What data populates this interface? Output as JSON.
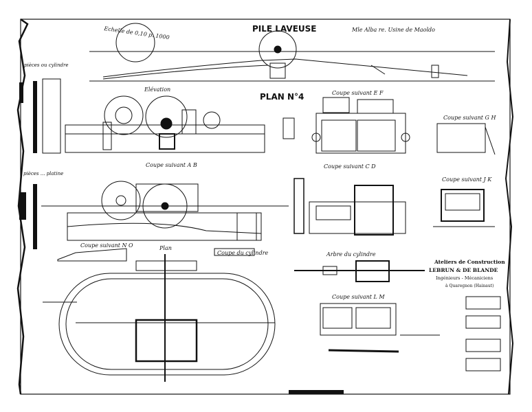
{
  "sheet": {
    "title": "PILE LAVEUSE",
    "plan_number": "PLAN N°4",
    "scale": "Echelle de 0,10 p. 1000",
    "mill_note": "Mle Alba re. Usine de Maoldo",
    "ink_color": "#111111",
    "paper_color": "#ffffff"
  },
  "views": {
    "elevation": "Elévation",
    "section_ab": "Coupe suivant A B",
    "section_ef": "Coupe suivant E F",
    "section_gh": "Coupe suivant G H",
    "section_cd": "Coupe suivant C D",
    "section_jk": "Coupe suivant J K",
    "section_no": "Coupe suivant N O",
    "section_lm": "Coupe suivant L M",
    "plan": "Plan",
    "arbre_cylindre": "Arbre du cylindre",
    "cylinder_side": "Coupe du cylindre"
  },
  "side_notes": {
    "pieces_cylindre": "pièces ou cylindre",
    "pieces_platine": "pièces ... platine"
  },
  "firm": {
    "line1": "Ateliers de Construction",
    "line2": "LEBRUN & DE BLANDE",
    "line3": "Ingénieurs - Mécaniciens",
    "line4": "à Quaregnon (Hainaut)"
  }
}
